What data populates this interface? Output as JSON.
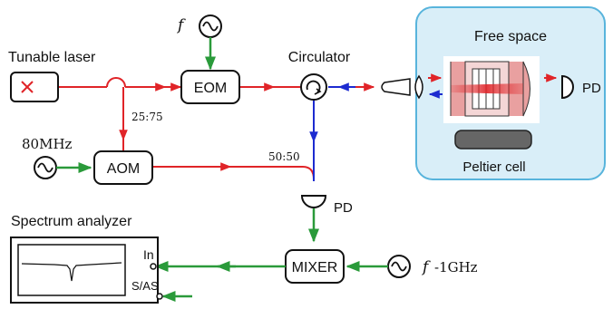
{
  "labels": {
    "tunable_laser": "Tunable laser",
    "eom": "EOM",
    "circulator": "Circulator",
    "free_space": "Free space",
    "pd_top": "PD",
    "peltier_cell": "Peltier cell",
    "split_25_75": "25:75",
    "split_50_50": "50:50",
    "aom": "AOM",
    "freq_80mhz": "80MHz",
    "f_top": "f",
    "pd_mid": "PD",
    "spectrum_analyzer": "Spectrum analyzer",
    "port_in": "In",
    "port_sas": "S/AS",
    "mixer": "MIXER",
    "f_minus_label": "f",
    "f_minus_suffix": "-1GHz"
  },
  "colors": {
    "red_beam": "#e02428",
    "blue_beam": "#1d2bd0",
    "green_signal": "#2a9a3a",
    "free_space_fill": "#d9eef8",
    "free_space_border": "#58b4dc",
    "cavity_fill": "#e9a0a0",
    "peltier_fill": "#666666"
  },
  "icons": {
    "signal_generator": "sine-wave-source-icon",
    "circulator": "circulator-icon",
    "photodiode": "photodiode-icon",
    "laser_marker": "laser-cross-icon"
  }
}
